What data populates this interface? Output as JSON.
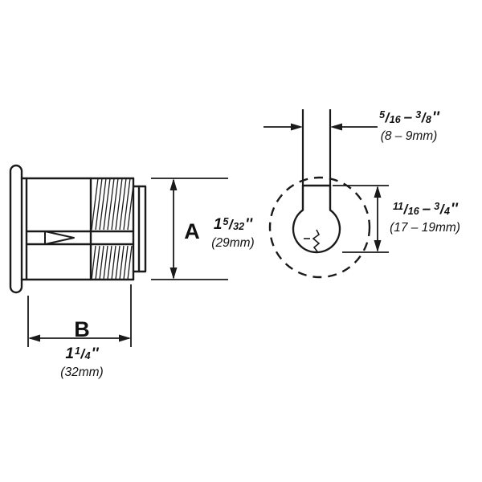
{
  "ui": {
    "slash": "/"
  },
  "side_view": {
    "dim_a": {
      "letter": "A",
      "whole": "1",
      "num": "5",
      "den": "32",
      "unit": "''",
      "metric": "(29mm)"
    },
    "dim_b": {
      "letter": "B",
      "whole": "1",
      "num": "1",
      "den": "4",
      "unit": "''",
      "metric": "(32mm)"
    }
  },
  "front_view": {
    "keyway_width": {
      "n1": "5",
      "d1": "16",
      "sep": "–",
      "n2": "3",
      "d2": "8",
      "unit": "''",
      "metric": "(8 – 9mm)"
    },
    "keyway_height": {
      "n1": "11",
      "d1": "16",
      "sep": "–",
      "n2": "3",
      "d2": "4",
      "unit": "''",
      "metric": "(17 – 19mm)"
    }
  }
}
